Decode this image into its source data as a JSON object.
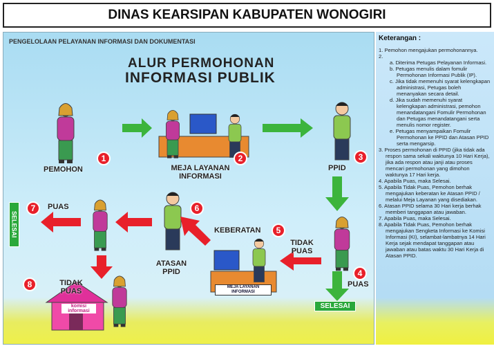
{
  "title": "DINAS KEARSIPAN KABUPATEN WONOGIRI",
  "diagram": {
    "subtitle": "PENGELOLAAN PELAYANAN INFORMASI DAN DOKUMENTASI",
    "heading_1": "ALUR PERMOHONAN",
    "heading_2": "INFORMASI PUBLIK",
    "nodes": {
      "pemohon": "PEMOHON",
      "meja_1": "MEJA LAYANAN",
      "meja_2": "INFORMASI",
      "ppid": "PPID",
      "keberatan": "KEBERATAN",
      "tidak_puas_1": "TIDAK",
      "tidak_puas_2": "PUAS",
      "puas": "PUAS",
      "selesai": "SELESAI",
      "meja_box_1": "MEJA LAYANAN",
      "meja_box_2": "INFORMASI",
      "atasan_1": "ATASAN",
      "atasan_2": "PPID",
      "puas_7": "PUAS",
      "selesai_vertical": "SELESAI",
      "tidak_puas_8a": "TIDAK",
      "tidak_puas_8b": "PUAS",
      "komisi_1": "komisi",
      "komisi_2": "informasi"
    },
    "numbers": [
      "1",
      "2",
      "3",
      "4",
      "5",
      "6",
      "7",
      "8"
    ]
  },
  "keterangan": {
    "title": "Keterangan :",
    "items": [
      "1. Pemohon mengajukan permohonannya.",
      "2.",
      "3. Proses permohonan di PPID (jika tidak ada respon sama sekali waktunya 10 Hari Kerja), jika ada respon atau janji atau proses mencari permohonan yang dimohon waktunya 17 Hari kerja.",
      "4. Apabila Puas, maka Selesai.",
      "5. Apabila Tidak Puas, Pemohon berhak mengajukan keberatan ke Atasan PPID / melalui Meja Layanan yang disediakan.",
      "6. Atasan PPID selama 30 Hari kerja berhak memberi tanggapan atau jawaban.",
      "7. Apabila Puas, maka Selesai.",
      "8. Apabila Tidak Puas, Pemohon berhak mengajukan Sengketa Informasi ke Komisi Informasi (KI), selambat-lambatnya 14 Hari Kerja sejak mendapat tanggapan atau jawaban atau batas waktu 30 Hari Kerja di Atasan PPID."
    ],
    "sub_items": [
      "a. Diterima Petugas Pelayanan Informasi.",
      "b. Petugas menulis dalam fomulir Permohonan Informasi Publik (IP).",
      "c. Jika tidak memenuhi syarat kelengkapan administrasi, Petugas boleh menanyakan secara detail.",
      "d. Jika sudah memenuhi syarat kelengkapan administrasi, pemohon menandatangani Fomulir Permohonan dan Petugas menandatangani serta menulis nomor register.",
      "e. Petugas menyampaikan Fomulir Permohonan ke PPID dan Atasan PPID serta mengarsip."
    ]
  },
  "colors": {
    "green": "#3cb43c",
    "red": "#e8202a"
  }
}
